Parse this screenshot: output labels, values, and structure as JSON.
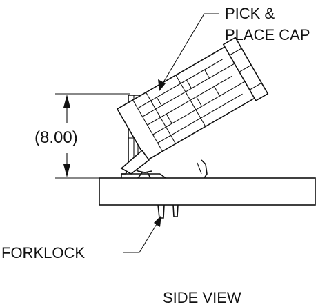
{
  "labels": {
    "pick_place_line1": "PICK &",
    "pick_place_line2": "PLACE CAP",
    "dimension": "(8.00)",
    "forklock": "FORKLOCK",
    "view_title": "SIDE VIEW"
  },
  "colors": {
    "ink": "#111111",
    "paper": "#ffffff"
  }
}
